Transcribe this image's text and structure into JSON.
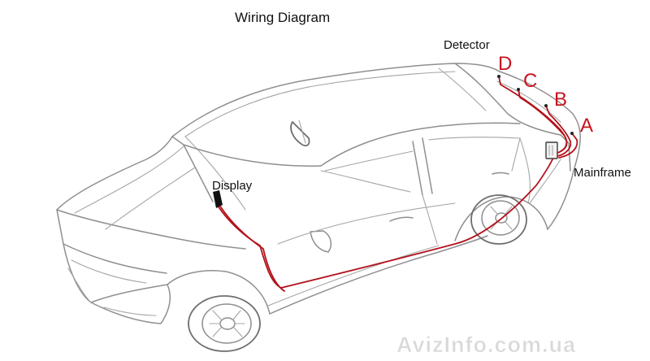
{
  "diagram": {
    "title": "Wiring Diagram",
    "labels": {
      "detector": "Detector",
      "display": "Display",
      "mainframe": "Mainframe"
    },
    "sensors": [
      "D",
      "C",
      "B",
      "A"
    ],
    "wire_color": "#b3121c",
    "letter_color": "#c8141e",
    "line_color": "#8f8f8f"
  },
  "watermark": "AvizInfo.com.ua"
}
